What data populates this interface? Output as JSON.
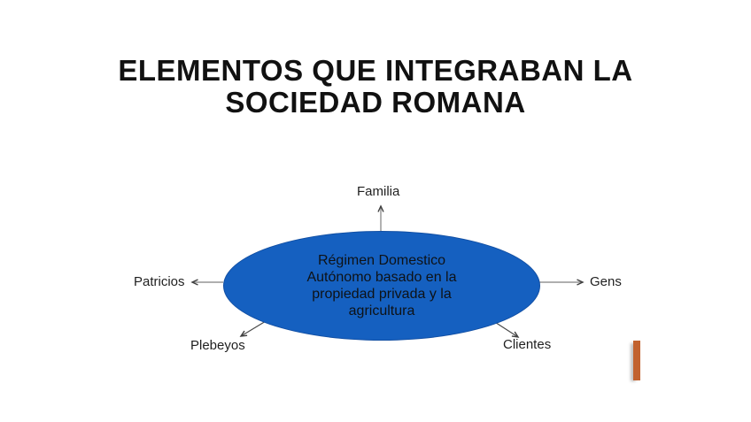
{
  "slide": {
    "background_color": "#FFFFFF",
    "title": {
      "line1": "ELEMENTOS QUE INTEGRABAN LA",
      "line2": "SOCIEDAD ROMANA"
    },
    "diagram": {
      "center_ellipse": {
        "fill_color": "#1560C0",
        "text_color": "#0E1216",
        "lines": [
          "Régimen Domestico",
          "Autónomo basado en la",
          "propiedad privada y la",
          "agricultura"
        ]
      },
      "labels": {
        "top": "Familia",
        "left": "Patricios",
        "right": "Gens",
        "bottom_left": "Plebeyos",
        "bottom_right": "Clientes"
      },
      "arrow_color": "#595959"
    },
    "accent_bar_color": "#C2622F"
  }
}
